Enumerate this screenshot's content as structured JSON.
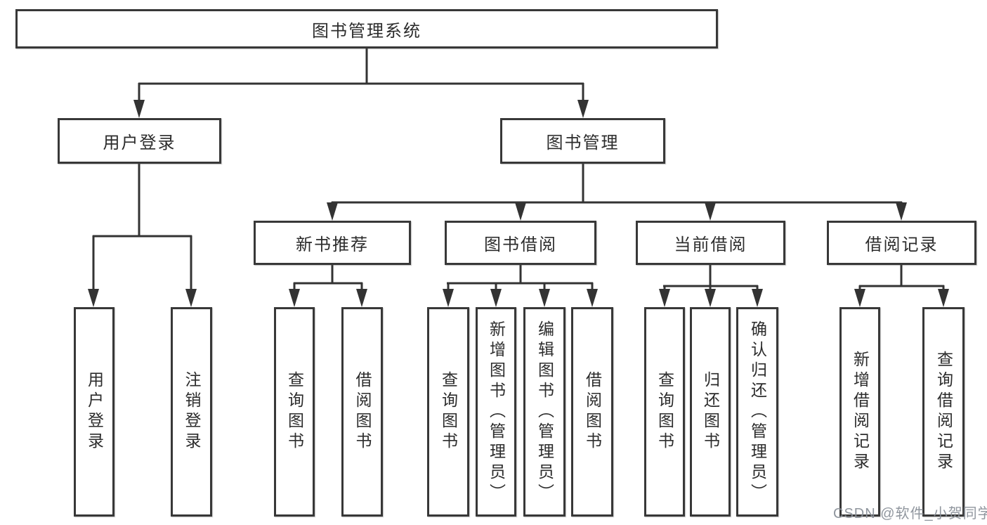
{
  "nodes": {
    "root": "图书管理系统",
    "userLogin": "用户登录",
    "bookMgmt": "图书管理",
    "newBookRec": "新书推荐",
    "bookBorrow": "图书借阅",
    "currentBorrow": "当前借阅",
    "borrowRecords": "借阅记录",
    "loginLeaf": "用户登录",
    "logoutLeaf": "注销登录",
    "nbQuery": "查询图书",
    "nbBorrow": "借阅图书",
    "bbQuery": "查询图书",
    "bbAdd": "新增图书（管理员）",
    "bbEdit": "编辑图书（管理员）",
    "bbBorrow": "借阅图书",
    "cbQuery": "查询图书",
    "cbReturn": "归还图书",
    "cbConfirm": "确认归还（管理员）",
    "brAdd": "新增借阅记录",
    "brQuery": "查询借阅记录"
  },
  "watermark": "CSDN @软件_小贺同学",
  "colors": {
    "line": "#333333",
    "box_border": "#383838",
    "text": "#2c2c2c",
    "background": "#ffffff",
    "watermark": "#8a9099"
  }
}
